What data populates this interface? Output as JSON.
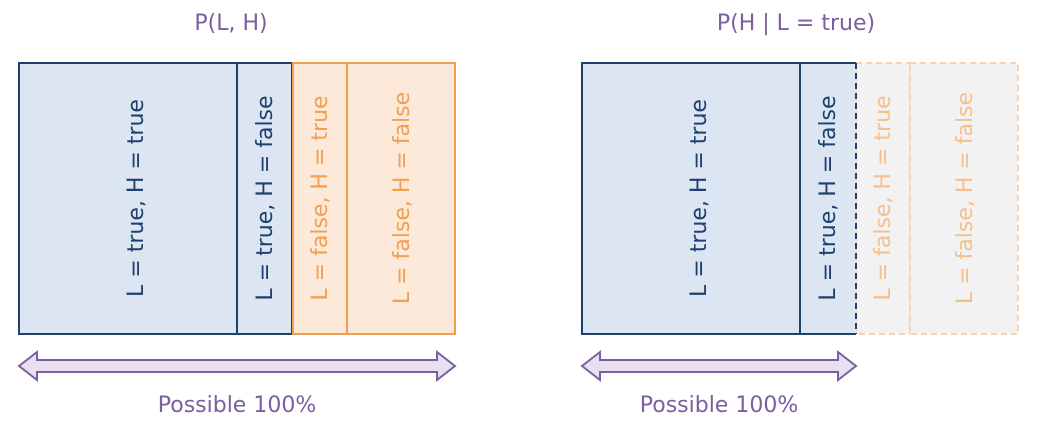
{
  "colors": {
    "title": "#7b5fa0",
    "blue_fill": "#dce6f2",
    "blue_stroke": "#1f3f6e",
    "blue_text": "#1f3f6e",
    "orange_fill": "#fde9d9",
    "orange_stroke": "#f0a050",
    "orange_text": "#f0a050",
    "faded_fill": "#f2f2f2",
    "faded_stroke": "#f9d3b0",
    "faded_text": "#f6c08a",
    "arrow_fill": "#e8e0f0",
    "arrow_stroke": "#7b5fa0",
    "arrow_text": "#7b5fa0"
  },
  "left_panel": {
    "title": "P(L, H)",
    "segments": [
      {
        "label": "L = true, H = true",
        "style": "blue"
      },
      {
        "label": "L = true, H = false",
        "style": "blue"
      },
      {
        "label": "L = false, H = true",
        "style": "orange"
      },
      {
        "label": "L = false, H = false",
        "style": "orange"
      }
    ],
    "arrow_label": "Possible 100%"
  },
  "right_panel": {
    "title": "P(H | L = true)",
    "segments": [
      {
        "label": "L = true, H = true",
        "style": "blue"
      },
      {
        "label": "L = true, H = false",
        "style": "blue"
      },
      {
        "label": "L = false, H = true",
        "style": "faded"
      },
      {
        "label": "L = false, H = false",
        "style": "faded"
      }
    ],
    "arrow_label": "Possible 100%"
  }
}
